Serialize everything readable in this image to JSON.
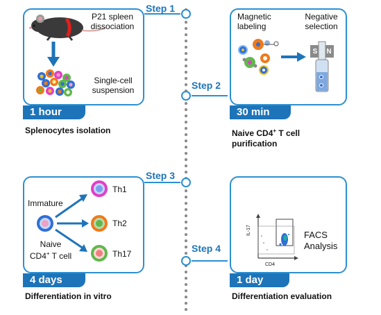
{
  "steps": [
    {
      "label": "Step 1"
    },
    {
      "label": "Step 2"
    },
    {
      "label": "Step 3"
    },
    {
      "label": "Step 4"
    }
  ],
  "panel1": {
    "title_line1": "P21 spleen",
    "title_line2": "dissociation",
    "result_line1": "Single-cell",
    "result_line2": "suspension",
    "duration": "1 hour",
    "caption": "Splenocytes isolation"
  },
  "panel2": {
    "magnetic_line1": "Magnetic",
    "magnetic_line2": "labeling",
    "negative_line1": "Negative",
    "negative_line2": "selection",
    "magnet_s": "S",
    "magnet_n": "N",
    "duration": "30 min",
    "caption_pre": "Naive CD4",
    "caption_sup": "+",
    "caption_post": " T cell",
    "caption_line2": "purification"
  },
  "panel3": {
    "immature": "Immature",
    "naive": "Naive",
    "cd4_pre": "CD4",
    "cd4_sup": "+",
    "cd4_post": " T cell",
    "th1": "Th1",
    "th2": "Th2",
    "th17": "Th17",
    "duration": "4 days",
    "caption": "Differentiation in vitro"
  },
  "panel4": {
    "facs_line1": "FACS",
    "facs_line2": "Analysis",
    "axis_y": "IL-17",
    "axis_x": "CD4",
    "duration": "1 day",
    "caption": "Differentiation evaluation"
  },
  "colors": {
    "box_border": "#2b8fd1",
    "duration_fill": "#1e74b9",
    "dotted_line": "#8a8a8a",
    "arrow": "#1e74b9",
    "th1": "#e23ec8",
    "th2": "#f07a1a",
    "th17": "#5fb94a",
    "naive": "#2f6fd6"
  }
}
